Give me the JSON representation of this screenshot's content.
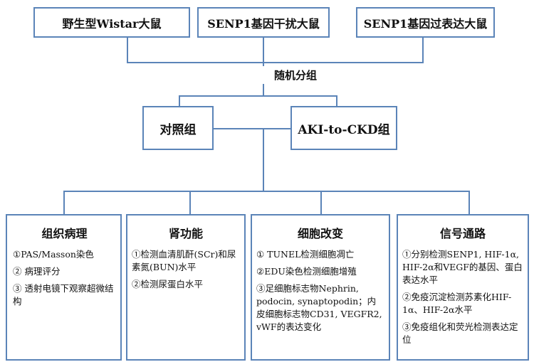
{
  "groups": {
    "g1": "野生型Wistar大鼠",
    "g2": "SENP1基因干扰大鼠",
    "g3": "SENP1基因过表达大鼠"
  },
  "randomize_label": "随机分组",
  "arms": {
    "control": "对照组",
    "model": "AKI-to-CKD组"
  },
  "panels": {
    "histology": {
      "title": "组织病理",
      "items": [
        "①PAS/Masson染色",
        "② 病理评分",
        "③ 透射电镜下观察超微结构"
      ]
    },
    "renal": {
      "title": "肾功能",
      "items": [
        "①检测血清肌酐(SCr)和尿素氮(BUN)水平",
        "②检测尿蛋白水平"
      ]
    },
    "cell": {
      "title": "细胞改变",
      "items": [
        "① TUNEL检测细胞凋亡",
        "②EDU染色检测细胞增殖",
        "③足细胞标志物Nephrin, podocin, synaptopodin；内皮细胞标志物CD31, VEGFR2, vWF的表达变化"
      ]
    },
    "signal": {
      "title": "信号通路",
      "items": [
        "①分别检测SENP1, HIF-1α, HIF-2α和VEGF的基因、蛋白表达水平",
        "②免疫沉淀检测苏素化HIF-1α、HIF-2α水平",
        "③免疫组化和荧光检测表达定位"
      ]
    }
  }
}
